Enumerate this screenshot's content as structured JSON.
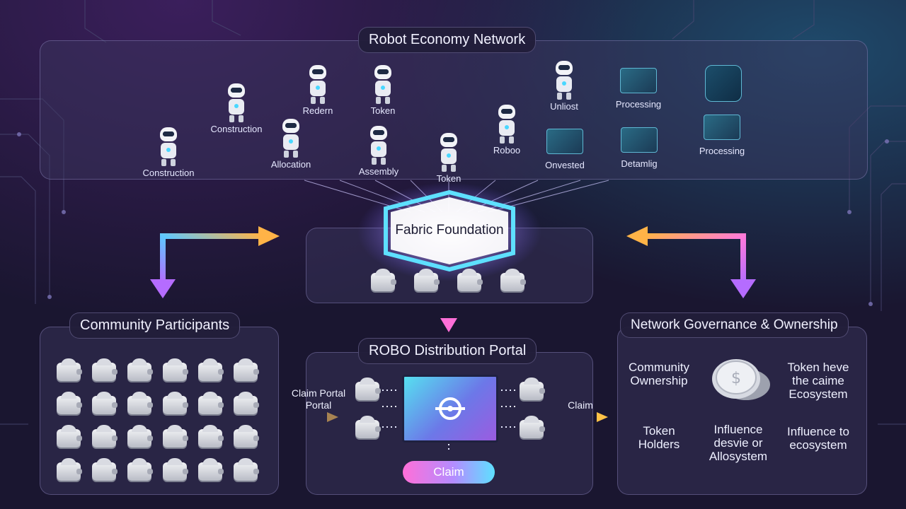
{
  "top_panel": {
    "title": "Robot Economy Network",
    "robots": [
      {
        "label": "Construction"
      },
      {
        "label": "Construction"
      },
      {
        "label": "Redern"
      },
      {
        "label": "Allocation"
      },
      {
        "label": "Token"
      },
      {
        "label": "Assembly"
      },
      {
        "label": "Token"
      },
      {
        "label": "Roboo"
      },
      {
        "label": "Unliost"
      },
      {
        "label": "Onvested"
      },
      {
        "label": "Processing"
      },
      {
        "label": "Detamlig"
      },
      {
        "label": "Processing"
      }
    ]
  },
  "foundation": {
    "title": "Fabric Foundation"
  },
  "community": {
    "title": "Community Participants",
    "wallet_rows": 4,
    "wallet_cols": 6
  },
  "portal": {
    "title": "ROBO Distribution Portal",
    "left_label": "Claim Portal\nPortal",
    "right_label": "Claim",
    "claim_button": "Claim"
  },
  "governance": {
    "title": "Network Governance & Ownership",
    "items": [
      {
        "text": "Community\nOwnership"
      },
      {
        "text": "Token heve\nthe caime\nEcosystem"
      },
      {
        "text": "Token\nHolders"
      },
      {
        "text": "Influence\ndesvie or\nAllosystem"
      },
      {
        "text": "Influence to\necosystem"
      }
    ]
  },
  "colors": {
    "arrow_start": "#5ec8ff",
    "arrow_mid": "#b56cff",
    "arrow_end": "#ffb347",
    "claim_gradient_start": "#ff6fd8",
    "claim_gradient_end": "#5ee0ff"
  }
}
